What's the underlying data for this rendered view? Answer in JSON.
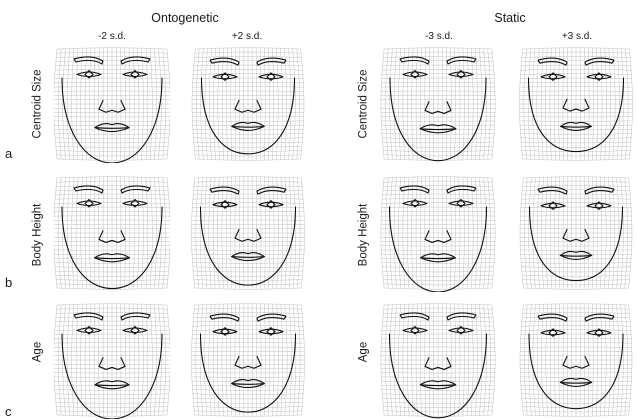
{
  "groups": [
    {
      "title": "Ontogenetic",
      "columns": [
        "-2 s.d.",
        "+2 s.d."
      ]
    },
    {
      "title": "Static",
      "columns": [
        "-3 s.d.",
        "+3 s.d."
      ]
    }
  ],
  "rows": [
    {
      "letter": "a",
      "label": "Centroid Size"
    },
    {
      "letter": "b",
      "label": "Body Height"
    },
    {
      "letter": "c",
      "label": "Age"
    }
  ],
  "colors": {
    "grid": "#b9b9b9",
    "outline": "#111111"
  }
}
